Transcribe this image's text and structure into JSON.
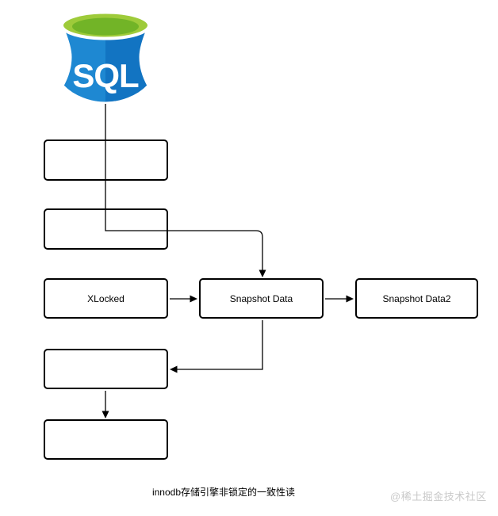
{
  "diagram": {
    "caption": "innodb存储引擎非锁定的一致性读",
    "watermark": "@稀土掘金技术社区",
    "database_icon": {
      "label": "SQL",
      "colors": {
        "body_left": "#1E88D2",
        "body_right": "#1274C2",
        "top_outer": "#9ECB3A",
        "top_inner": "#72B427",
        "label_color": "#ffffff"
      }
    },
    "nodes": [
      {
        "id": "step-1",
        "label": ""
      },
      {
        "id": "step-2",
        "label": ""
      },
      {
        "id": "xlocked",
        "label": "XLocked"
      },
      {
        "id": "snapshot-data",
        "label": "Snapshot Data"
      },
      {
        "id": "snapshot-data2",
        "label": "Snapshot Data2"
      },
      {
        "id": "step-3",
        "label": ""
      },
      {
        "id": "step-4",
        "label": ""
      }
    ],
    "colors": {
      "node_border": "#000000",
      "node_fill": "#ffffff",
      "connector": "#000000",
      "caption_color": "#000000",
      "watermark_color": "#c9c9c9"
    }
  }
}
